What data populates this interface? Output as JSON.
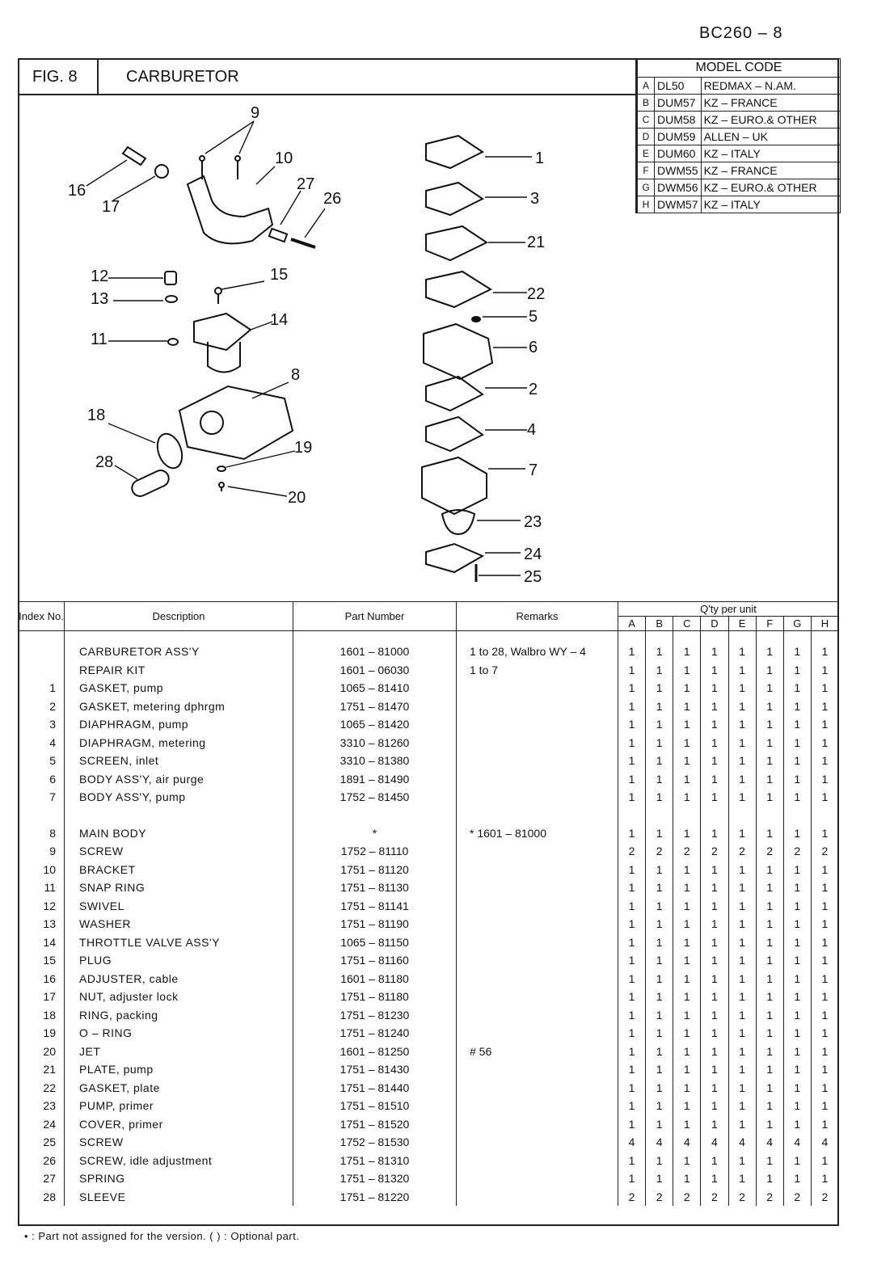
{
  "page_ref": "BC260 – 8",
  "figure": {
    "label": "FIG. 8",
    "title": "CARBURETOR"
  },
  "model_code": {
    "title": "MODEL CODE",
    "rows": [
      {
        "letter": "A",
        "code": "DL50",
        "market": "REDMAX – N.AM."
      },
      {
        "letter": "B",
        "code": "DUM57",
        "market": "KZ – FRANCE"
      },
      {
        "letter": "C",
        "code": "DUM58",
        "market": "KZ – EURO.& OTHER"
      },
      {
        "letter": "D",
        "code": "DUM59",
        "market": "ALLEN – UK"
      },
      {
        "letter": "E",
        "code": "DUM60",
        "market": "KZ – ITALY"
      },
      {
        "letter": "F",
        "code": "DWM55",
        "market": "KZ – FRANCE"
      },
      {
        "letter": "G",
        "code": "DWM56",
        "market": "KZ – EURO.& OTHER"
      },
      {
        "letter": "H",
        "code": "DWM57",
        "market": "KZ – ITALY"
      }
    ]
  },
  "diagram_labels": [
    "9",
    "10",
    "27",
    "26",
    "16",
    "17",
    "12",
    "15",
    "13",
    "14",
    "11",
    "8",
    "18",
    "19",
    "28",
    "20",
    "1",
    "3",
    "21",
    "22",
    "5",
    "6",
    "2",
    "4",
    "7",
    "23",
    "24",
    "25"
  ],
  "table": {
    "headers": {
      "index": "Index No.",
      "description": "Description",
      "part_number": "Part Number",
      "remarks": "Remarks",
      "qty": "Q'ty per unit"
    },
    "qty_columns": [
      "A",
      "B",
      "C",
      "D",
      "E",
      "F",
      "G",
      "H"
    ],
    "rows": [
      {
        "idx": "",
        "desc": "CARBURETOR ASS'Y",
        "pn": "1601 – 81000",
        "rem": "1 to 28, Walbro WY – 4",
        "q": [
          "1",
          "1",
          "1",
          "1",
          "1",
          "1",
          "1",
          "1"
        ]
      },
      {
        "idx": "",
        "desc": "REPAIR KIT",
        "pn": "1601 – 06030",
        "rem": "1 to 7",
        "q": [
          "1",
          "1",
          "1",
          "1",
          "1",
          "1",
          "1",
          "1"
        ]
      },
      {
        "idx": "1",
        "desc": "GASKET, pump",
        "pn": "1065 – 81410",
        "rem": "",
        "q": [
          "1",
          "1",
          "1",
          "1",
          "1",
          "1",
          "1",
          "1"
        ]
      },
      {
        "idx": "2",
        "desc": "GASKET, metering dphrgm",
        "pn": "1751 – 81470",
        "rem": "",
        "q": [
          "1",
          "1",
          "1",
          "1",
          "1",
          "1",
          "1",
          "1"
        ]
      },
      {
        "idx": "3",
        "desc": "DIAPHRAGM, pump",
        "pn": "1065 – 81420",
        "rem": "",
        "q": [
          "1",
          "1",
          "1",
          "1",
          "1",
          "1",
          "1",
          "1"
        ]
      },
      {
        "idx": "4",
        "desc": "DIAPHRAGM, metering",
        "pn": "3310 – 81260",
        "rem": "",
        "q": [
          "1",
          "1",
          "1",
          "1",
          "1",
          "1",
          "1",
          "1"
        ]
      },
      {
        "idx": "5",
        "desc": "SCREEN, inlet",
        "pn": "3310 – 81380",
        "rem": "",
        "q": [
          "1",
          "1",
          "1",
          "1",
          "1",
          "1",
          "1",
          "1"
        ]
      },
      {
        "idx": "6",
        "desc": "BODY ASS'Y, air purge",
        "pn": "1891 – 81490",
        "rem": "",
        "q": [
          "1",
          "1",
          "1",
          "1",
          "1",
          "1",
          "1",
          "1"
        ]
      },
      {
        "idx": "7",
        "desc": "BODY ASS'Y, pump",
        "pn": "1752 – 81450",
        "rem": "",
        "q": [
          "1",
          "1",
          "1",
          "1",
          "1",
          "1",
          "1",
          "1"
        ]
      },
      {
        "idx": "8",
        "desc": "MAIN BODY",
        "pn": "*",
        "rem": "* 1601 – 81000",
        "q": [
          "1",
          "1",
          "1",
          "1",
          "1",
          "1",
          "1",
          "1"
        ]
      },
      {
        "idx": "9",
        "desc": "SCREW",
        "pn": "1752 – 81110",
        "rem": "",
        "q": [
          "2",
          "2",
          "2",
          "2",
          "2",
          "2",
          "2",
          "2"
        ]
      },
      {
        "idx": "10",
        "desc": "BRACKET",
        "pn": "1751 – 81120",
        "rem": "",
        "q": [
          "1",
          "1",
          "1",
          "1",
          "1",
          "1",
          "1",
          "1"
        ]
      },
      {
        "idx": "11",
        "desc": "SNAP RING",
        "pn": "1751 – 81130",
        "rem": "",
        "q": [
          "1",
          "1",
          "1",
          "1",
          "1",
          "1",
          "1",
          "1"
        ]
      },
      {
        "idx": "12",
        "desc": "SWIVEL",
        "pn": "1751 – 81141",
        "rem": "",
        "q": [
          "1",
          "1",
          "1",
          "1",
          "1",
          "1",
          "1",
          "1"
        ]
      },
      {
        "idx": "13",
        "desc": "WASHER",
        "pn": "1751 – 81190",
        "rem": "",
        "q": [
          "1",
          "1",
          "1",
          "1",
          "1",
          "1",
          "1",
          "1"
        ]
      },
      {
        "idx": "14",
        "desc": "THROTTLE VALVE ASS'Y",
        "pn": "1065 – 81150",
        "rem": "",
        "q": [
          "1",
          "1",
          "1",
          "1",
          "1",
          "1",
          "1",
          "1"
        ]
      },
      {
        "idx": "15",
        "desc": "PLUG",
        "pn": "1751 – 81160",
        "rem": "",
        "q": [
          "1",
          "1",
          "1",
          "1",
          "1",
          "1",
          "1",
          "1"
        ]
      },
      {
        "idx": "16",
        "desc": "ADJUSTER, cable",
        "pn": "1601 – 81180",
        "rem": "",
        "q": [
          "1",
          "1",
          "1",
          "1",
          "1",
          "1",
          "1",
          "1"
        ]
      },
      {
        "idx": "17",
        "desc": "NUT, adjuster lock",
        "pn": "1751 – 81180",
        "rem": "",
        "q": [
          "1",
          "1",
          "1",
          "1",
          "1",
          "1",
          "1",
          "1"
        ]
      },
      {
        "idx": "18",
        "desc": "RING, packing",
        "pn": "1751 – 81230",
        "rem": "",
        "q": [
          "1",
          "1",
          "1",
          "1",
          "1",
          "1",
          "1",
          "1"
        ]
      },
      {
        "idx": "19",
        "desc": "O – RING",
        "pn": "1751 – 81240",
        "rem": "",
        "q": [
          "1",
          "1",
          "1",
          "1",
          "1",
          "1",
          "1",
          "1"
        ]
      },
      {
        "idx": "20",
        "desc": "JET",
        "pn": "1601 – 81250",
        "rem": "# 56",
        "q": [
          "1",
          "1",
          "1",
          "1",
          "1",
          "1",
          "1",
          "1"
        ]
      },
      {
        "idx": "21",
        "desc": "PLATE, pump",
        "pn": "1751 – 81430",
        "rem": "",
        "q": [
          "1",
          "1",
          "1",
          "1",
          "1",
          "1",
          "1",
          "1"
        ]
      },
      {
        "idx": "22",
        "desc": "GASKET, plate",
        "pn": "1751 – 81440",
        "rem": "",
        "q": [
          "1",
          "1",
          "1",
          "1",
          "1",
          "1",
          "1",
          "1"
        ]
      },
      {
        "idx": "23",
        "desc": "PUMP, primer",
        "pn": "1751 – 81510",
        "rem": "",
        "q": [
          "1",
          "1",
          "1",
          "1",
          "1",
          "1",
          "1",
          "1"
        ]
      },
      {
        "idx": "24",
        "desc": "COVER, primer",
        "pn": "1751 – 81520",
        "rem": "",
        "q": [
          "1",
          "1",
          "1",
          "1",
          "1",
          "1",
          "1",
          "1"
        ]
      },
      {
        "idx": "25",
        "desc": "SCREW",
        "pn": "1752 – 81530",
        "rem": "",
        "q": [
          "4",
          "4",
          "4",
          "4",
          "4",
          "4",
          "4",
          "4"
        ]
      },
      {
        "idx": "26",
        "desc": "SCREW, idle adjustment",
        "pn": "1751 – 81310",
        "rem": "",
        "q": [
          "1",
          "1",
          "1",
          "1",
          "1",
          "1",
          "1",
          "1"
        ]
      },
      {
        "idx": "27",
        "desc": "SPRING",
        "pn": "1751 – 81320",
        "rem": "",
        "q": [
          "1",
          "1",
          "1",
          "1",
          "1",
          "1",
          "1",
          "1"
        ]
      },
      {
        "idx": "28",
        "desc": "SLEEVE",
        "pn": "1751 – 81220",
        "rem": "",
        "q": [
          "2",
          "2",
          "2",
          "2",
          "2",
          "2",
          "2",
          "2"
        ]
      }
    ]
  },
  "footnote": "• : Part not assigned for the version.     ( ) : Optional part."
}
